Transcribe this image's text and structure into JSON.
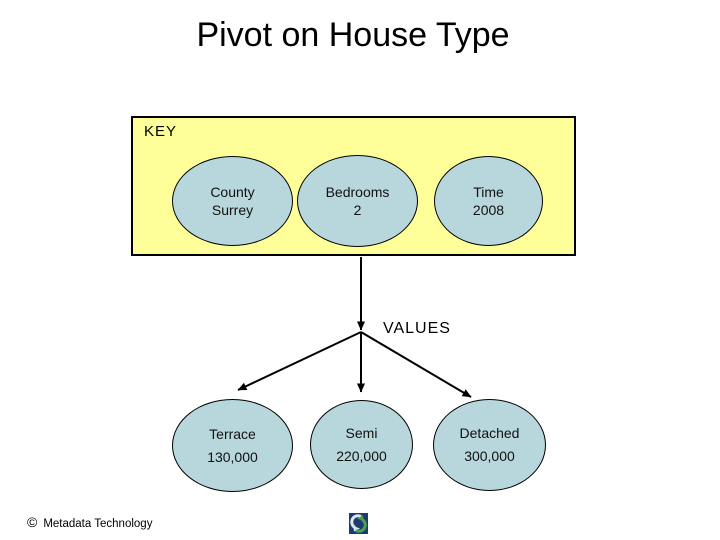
{
  "slide": {
    "title": "Pivot on House Type",
    "footer": {
      "copyright_symbol": "©",
      "copyright_text": "Metadata Technology"
    },
    "bottom_icon": "sdmx-cycle-icon"
  },
  "key_panel": {
    "label": "KEY",
    "nodes": [
      {
        "line1": "County",
        "line2": "Surrey"
      },
      {
        "line1": "Bedrooms",
        "line2": "2"
      },
      {
        "line1": "Time",
        "line2": "2008"
      }
    ]
  },
  "values_branch": {
    "label": "VALUES",
    "nodes": [
      {
        "line1": "Terrace",
        "line2": "130,000"
      },
      {
        "line1": "Semi",
        "line2": "220,000"
      },
      {
        "line1": "Detached",
        "line2": "300,000"
      }
    ]
  },
  "colors": {
    "panel_fill": "#FFFF99",
    "node_fill": "#B8D7DC",
    "outline": "#000000",
    "connector": "#000000",
    "icon_navy": "#1E3A6E",
    "icon_light_blue": "#D7E7F4",
    "icon_green": "#4AA14E"
  }
}
